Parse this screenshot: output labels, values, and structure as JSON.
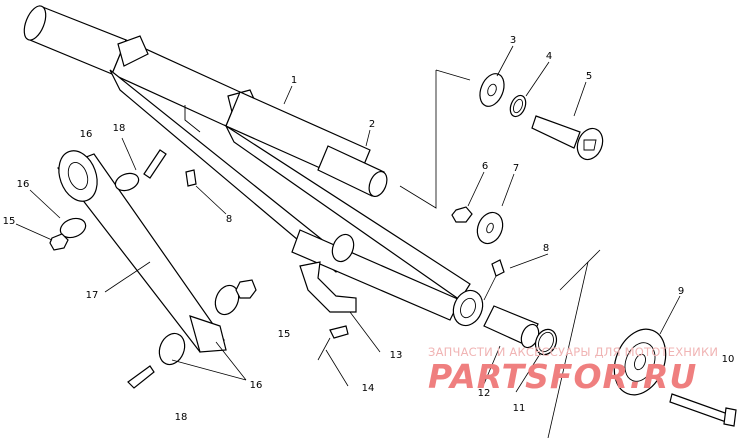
{
  "callouts": [
    {
      "id": "c1",
      "text": "1"
    },
    {
      "id": "c2",
      "text": "2"
    },
    {
      "id": "c3",
      "text": "3"
    },
    {
      "id": "c4",
      "text": "4"
    },
    {
      "id": "c5",
      "text": "5"
    },
    {
      "id": "c6",
      "text": "6"
    },
    {
      "id": "c7",
      "text": "7"
    },
    {
      "id": "c8a",
      "text": "8"
    },
    {
      "id": "c8b",
      "text": "8"
    },
    {
      "id": "c9",
      "text": "9"
    },
    {
      "id": "c10",
      "text": "10"
    },
    {
      "id": "c11",
      "text": "11"
    },
    {
      "id": "c12",
      "text": "12"
    },
    {
      "id": "c13",
      "text": "13"
    },
    {
      "id": "c14",
      "text": "14"
    },
    {
      "id": "c15a",
      "text": "15"
    },
    {
      "id": "c15b",
      "text": "15"
    },
    {
      "id": "c16a",
      "text": "16"
    },
    {
      "id": "c16b",
      "text": "16"
    },
    {
      "id": "c16c",
      "text": "16"
    },
    {
      "id": "c17",
      "text": "17"
    },
    {
      "id": "c18a",
      "text": "18"
    },
    {
      "id": "c18b",
      "text": "18"
    }
  ],
  "watermark": {
    "line1": "ЗАПЧАСТИ И АКСЕССУАРЫ ДЛЯ МОТОТЕХНИКИ",
    "brand": "PARTSFOR.RU"
  }
}
